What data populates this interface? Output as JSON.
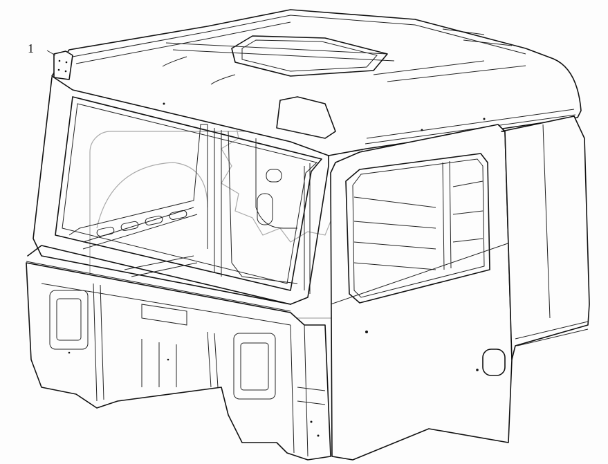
{
  "diagram": {
    "subject": "truck cab body-in-white assembly (exploded parts view)",
    "callouts": [
      {
        "label": "1",
        "target": "left roof corner bracket"
      }
    ],
    "watermark": {
      "description": "faint gray gear-shaped logo with letters",
      "color": "#a9a9a9"
    },
    "colors": {
      "line": "#111111",
      "background": "#fdfdfd"
    }
  }
}
